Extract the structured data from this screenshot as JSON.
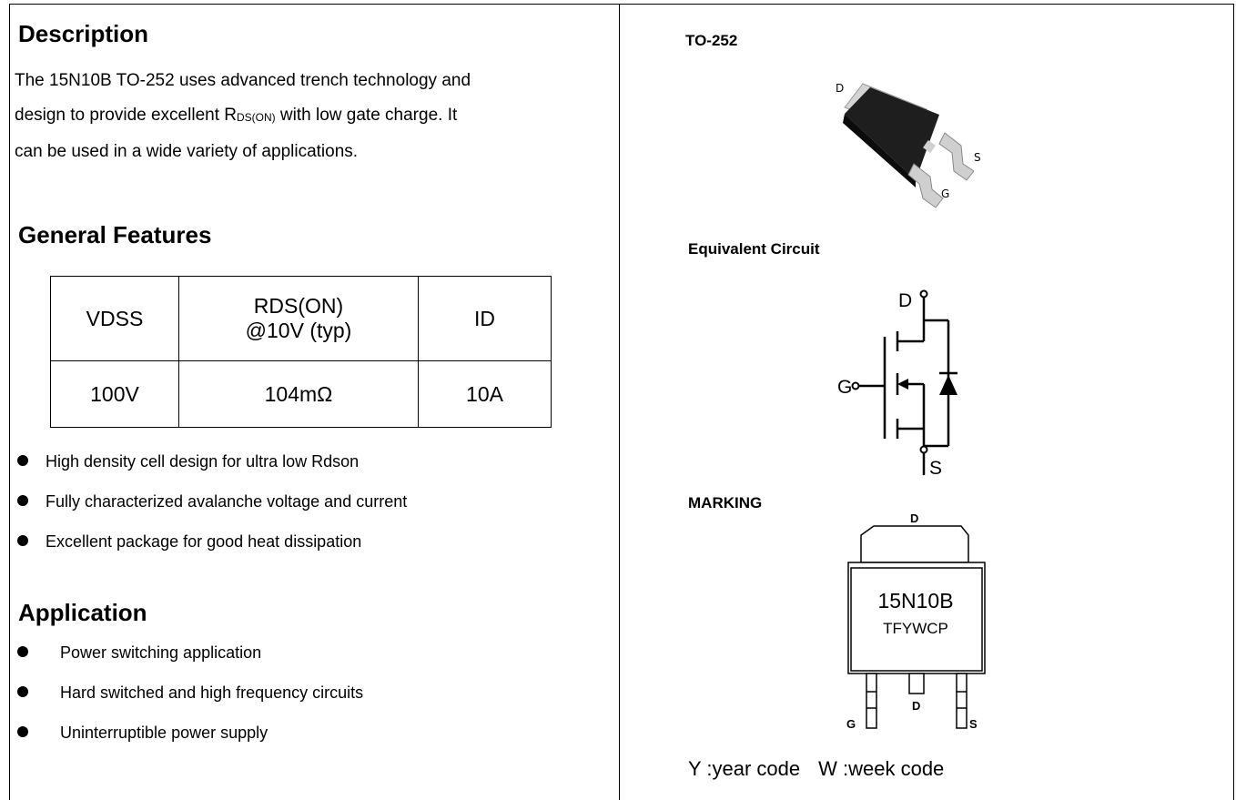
{
  "description": {
    "title": "Description",
    "line1": "The 15N10B TO-252 uses advanced trench technology and",
    "line2_pre": "design to provide excellent R",
    "line2_sub": "DS(ON)",
    "line2_post": " with low gate charge. It",
    "line3": "can be used in a wide variety of applications."
  },
  "features": {
    "title": "General Features",
    "table": {
      "headers": [
        "VDSS",
        "RDS(ON)",
        "@10V (typ)",
        "ID"
      ],
      "values": [
        "100V",
        "104mΩ",
        "10A"
      ]
    },
    "bullets": [
      "High density cell design for ultra low Rdson",
      "Fully characterized avalanche voltage and current",
      "Excellent package for good heat dissipation"
    ]
  },
  "application": {
    "title": "Application",
    "bullets": [
      "Power switching application",
      "Hard switched and high frequency circuits",
      "Uninterruptible power supply"
    ]
  },
  "package": {
    "title": "TO-252",
    "pins": {
      "d": "D",
      "s": "S",
      "g": "G"
    }
  },
  "circuit": {
    "title": "Equivalent Circuit",
    "labels": {
      "d": "D",
      "g": "G",
      "s": "S"
    }
  },
  "marking": {
    "title": "MARKING",
    "line1": "15N10B",
    "line2": "TFYWCP",
    "pins": {
      "top_d": "D",
      "mid_d": "D",
      "g": "G",
      "s": "S"
    }
  },
  "legend": {
    "y": "Y :year code",
    "w": "W :week code"
  },
  "colors": {
    "package_body": "#1a1a1a",
    "package_tab": "#cfcfcf",
    "lines": "#000000"
  }
}
